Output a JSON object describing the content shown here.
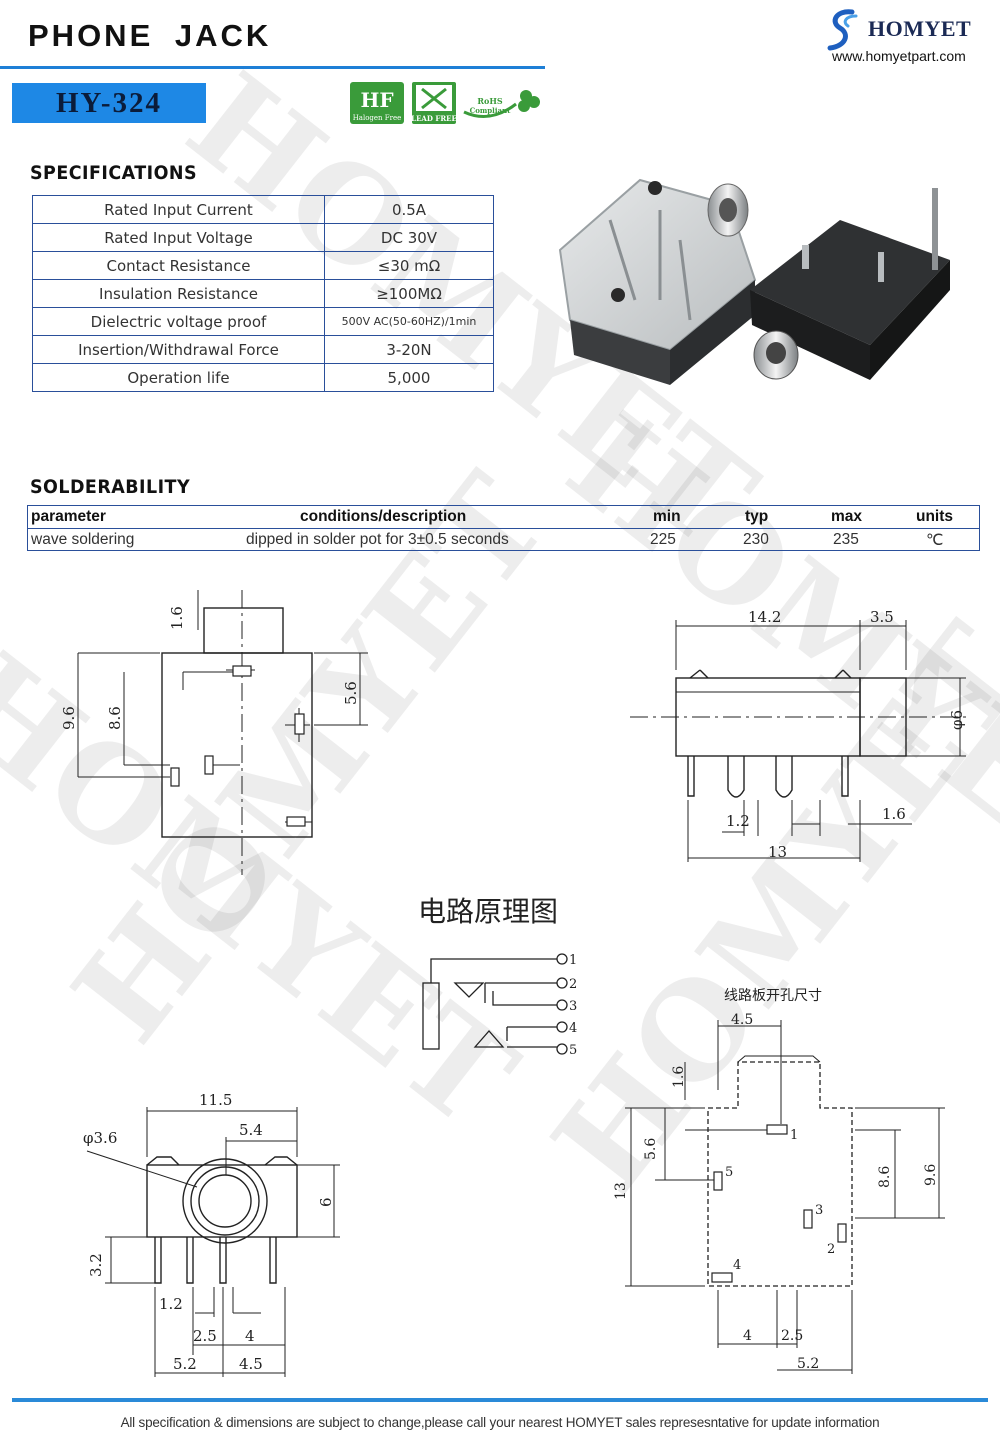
{
  "header": {
    "title": "PHONE JACK",
    "model": "HY-324",
    "brand_name": "HOMYET",
    "brand_url": "www.homyetpart.com",
    "watermark": "HOMYET",
    "badges": {
      "halogen_free": "Halogen Free",
      "halogen_mark": "HF",
      "lead_free": "LEAD FREE",
      "rohs": "RoHS",
      "rohs_sub": "Compliant"
    }
  },
  "specifications": {
    "heading": "SPECIFICATIONS",
    "rows": [
      {
        "label": "Rated Input Current",
        "value": "0.5A"
      },
      {
        "label": "Rated Input Voltage",
        "value": "DC  30V"
      },
      {
        "label": "Contact Resistance",
        "value": "≤30  mΩ"
      },
      {
        "label": "Insulation Resistance",
        "value": "≥100MΩ"
      },
      {
        "label": "Dielectric voltage proof",
        "value": "500V AC(50-60HZ)/1min"
      },
      {
        "label": "Insertion/Withdrawal Force",
        "value": "3-20N"
      },
      {
        "label": "Operation life",
        "value": "5,000"
      }
    ]
  },
  "solderability": {
    "heading": "SOLDERABILITY",
    "headers": {
      "parameter": "parameter",
      "conditions": "conditions/description",
      "min": "min",
      "typ": "typ",
      "max": "max",
      "units": "units"
    },
    "row": {
      "parameter": "wave soldering",
      "conditions": "dipped in solder pot for 3±0.5 seconds",
      "min": "225",
      "typ": "230",
      "max": "235",
      "units": "℃"
    }
  },
  "drawings": {
    "top_view": {
      "d1": "1.6",
      "d2": "9.6",
      "d3": "8.6",
      "d4": "5.6"
    },
    "side_view": {
      "d1": "14.2",
      "d2": "3.5",
      "d3": "φ6",
      "d4": "1.2",
      "d5": "1.6",
      "d6": "13"
    },
    "front_view": {
      "d1": "11.5",
      "d2": "5.4",
      "d3": "φ3.6",
      "d4": "6",
      "d5": "3.2",
      "d6": "1.2",
      "d7": "2.5",
      "d8": "4",
      "d9": "5.2",
      "d10": "4.5"
    },
    "schematic": {
      "title": "电路原理图",
      "pins": [
        "1",
        "2",
        "3",
        "4",
        "5"
      ]
    },
    "pcb": {
      "title": "线路板开孔尺寸",
      "d1": "4.5",
      "d2": "1.6",
      "d3": "5.6",
      "d4": "13",
      "d5": "8.6",
      "d6": "9.6",
      "d7": "4",
      "d8": "2.5",
      "d9": "5.2",
      "pins": [
        "1",
        "5",
        "3",
        "2",
        "4"
      ]
    }
  },
  "footer": {
    "text": "All specification & dimensions are subject to change,please call your nearest HOMYET sales represesntative for update information"
  },
  "colors": {
    "accent": "#1e88e5",
    "border": "#2a4f9a",
    "badge_green": "#3a9b3a"
  }
}
